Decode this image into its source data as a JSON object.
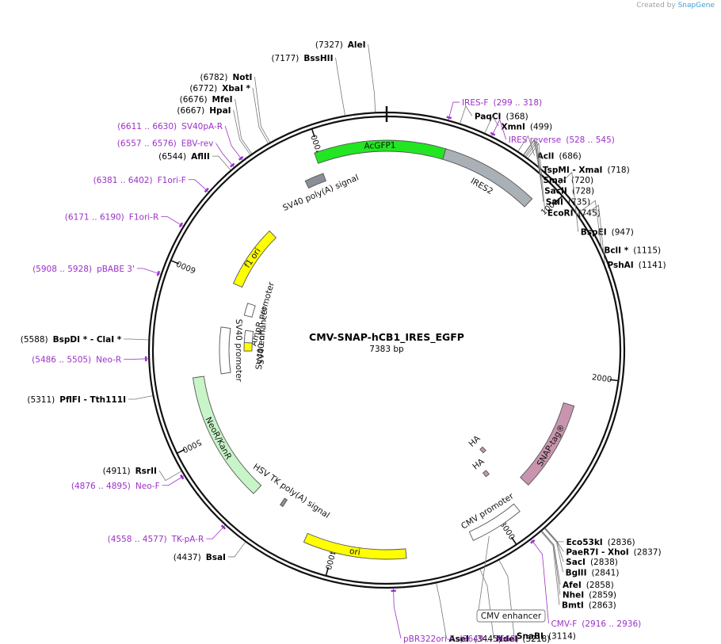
{
  "credit": {
    "prefix": "Created by",
    "brand": "SnapGene"
  },
  "title": "CMV-SNAP-hCB1_IRES_EGFP",
  "length_label": "7383 bp",
  "total_bp": 7383,
  "ticks": [
    {
      "label": "1000",
      "pos": 1000
    },
    {
      "label": "2000",
      "pos": 2000
    },
    {
      "label": "3000",
      "pos": 3000
    },
    {
      "label": "4000",
      "pos": 4000
    },
    {
      "label": "5000",
      "pos": 5000
    },
    {
      "label": "6000",
      "pos": 6000
    },
    {
      "label": "7000",
      "pos": 7000
    }
  ],
  "features": [
    {
      "name": "AcGFP1",
      "start": 6970,
      "end": 336,
      "color": "#22e622",
      "label": "AcGFP1",
      "label_pos": "on"
    },
    {
      "name": "IRES2",
      "start": 336,
      "end": 900,
      "color": "#a9b0b6",
      "label": "IRES2",
      "label_pos": "inside"
    },
    {
      "name": "SV40 poly(A) signal",
      "start": 6856,
      "end": 6978,
      "color": "#8a9096",
      "label": "SV40 poly(A) signal",
      "label_pos": "inside"
    },
    {
      "name": "SNAP-tag",
      "start": 2186,
      "end": 2740,
      "color": "#c995ae",
      "label": "SNAP-tag®",
      "label_pos": "on"
    },
    {
      "name": "HA",
      "start": 2775,
      "end": 2805,
      "color": "#c995ae",
      "label": "HA",
      "label_pos": "inside"
    },
    {
      "name": "HA2",
      "start": 2880,
      "end": 2910,
      "color": "#c995ae",
      "label": "HA",
      "label_pos": "inside"
    },
    {
      "name": "CMV promoter",
      "start": 2880,
      "end": 3190,
      "color": "#ffffff",
      "label": "CMV promoter",
      "label_pos": "inside"
    },
    {
      "name": "ori",
      "start": 3580,
      "end": 4170,
      "color": "#ffff00",
      "label": "ori",
      "label_pos": "on"
    },
    {
      "name": "HSV TK poly(A) signal",
      "start": 4380,
      "end": 4400,
      "color": "#8a9096",
      "label": "HSV TK poly(A) signal",
      "label_pos": "inside"
    },
    {
      "name": "NeoR/KanR",
      "start": 4570,
      "end": 5370,
      "color": "#c8f5c8",
      "label": "NeoR/KanR",
      "label_pos": "on"
    },
    {
      "name": "SV40 promoter",
      "start": 5370,
      "end": 5700,
      "color": "#ffffff",
      "label": "SV40 promoter",
      "label_pos": "inside"
    },
    {
      "name": "AmpR promoter",
      "start": 5820,
      "end": 5920,
      "color": "#ffffff",
      "label": "AmpR promoter",
      "label_pos": "inside"
    },
    {
      "name": "f1 ori",
      "start": 6020,
      "end": 6470,
      "color": "#ffff00",
      "label": "f1 ori",
      "label_pos": "on"
    },
    {
      "name": "SV40 ori",
      "start": 5530,
      "end": 5600,
      "color": "#ffff00",
      "label": "SV40 ori",
      "label_pos": "inside"
    },
    {
      "name": "SV40 enhancer",
      "start": 5600,
      "end": 5700,
      "color": "#ffffff",
      "label": "SV40 enhancer",
      "label_pos": "inside"
    }
  ],
  "sites": [
    {
      "name": "AleI",
      "coord": "(7327)",
      "pos": 7327,
      "kind": "enzyme"
    },
    {
      "name": "BssHII",
      "coord": "(7177)",
      "pos": 7177,
      "kind": "enzyme"
    },
    {
      "name": "NotI",
      "coord": "(6782)",
      "pos": 6782,
      "kind": "enzyme"
    },
    {
      "name": "XbaI *",
      "coord": "(6772)",
      "pos": 6772,
      "kind": "enzyme"
    },
    {
      "name": "MfeI",
      "coord": "(6676)",
      "pos": 6676,
      "kind": "enzyme"
    },
    {
      "name": "HpaI",
      "coord": "(6667)",
      "pos": 6667,
      "kind": "enzyme"
    },
    {
      "name": "SV40pA-R",
      "coord": "(6611 .. 6630)",
      "pos": 6620,
      "kind": "primer"
    },
    {
      "name": "EBV-rev",
      "coord": "(6557 .. 6576)",
      "pos": 6566,
      "kind": "primer"
    },
    {
      "name": "AflII",
      "coord": "(6544)",
      "pos": 6544,
      "kind": "enzyme"
    },
    {
      "name": "F1ori-F",
      "coord": "(6381 .. 6402)",
      "pos": 6391,
      "kind": "primer"
    },
    {
      "name": "F1ori-R",
      "coord": "(6171 .. 6190)",
      "pos": 6180,
      "kind": "primer"
    },
    {
      "name": "pBABE 3'",
      "coord": "(5908 .. 5928)",
      "pos": 5918,
      "kind": "primer"
    },
    {
      "name": "BspDI * - ClaI *",
      "coord": "(5588)",
      "pos": 5588,
      "kind": "enzyme"
    },
    {
      "name": "Neo-R",
      "coord": "(5486 .. 5505)",
      "pos": 5495,
      "kind": "primer"
    },
    {
      "name": "PflFI - Tth111I",
      "coord": "(5311)",
      "pos": 5311,
      "kind": "enzyme"
    },
    {
      "name": "RsrII",
      "coord": "(4911)",
      "pos": 4911,
      "kind": "enzyme"
    },
    {
      "name": "Neo-F",
      "coord": "(4876 .. 4895)",
      "pos": 4885,
      "kind": "primer"
    },
    {
      "name": "TK-pA-R",
      "coord": "(4558 .. 4577)",
      "pos": 4567,
      "kind": "primer"
    },
    {
      "name": "BsaI",
      "coord": "(4437)",
      "pos": 4437,
      "kind": "enzyme"
    },
    {
      "name": "pBR322ori-F",
      "coord": "(3649 .. 3668)",
      "pos": 3658,
      "kind": "primer"
    },
    {
      "name": "AseI",
      "coord": "(3445)",
      "pos": 3445,
      "kind": "enzyme"
    },
    {
      "name": "NdeI",
      "coord": "(3218)",
      "pos": 3218,
      "kind": "enzyme"
    },
    {
      "name": "SnaBI",
      "coord": "(3114)",
      "pos": 3114,
      "kind": "enzyme"
    },
    {
      "name": "CMV-F",
      "coord": "(2916 .. 2936)",
      "pos": 2926,
      "kind": "primer"
    },
    {
      "name": "BmtI",
      "coord": "(2863)",
      "pos": 2863,
      "kind": "enzyme"
    },
    {
      "name": "NheI",
      "coord": "(2859)",
      "pos": 2859,
      "kind": "enzyme"
    },
    {
      "name": "AfeI",
      "coord": "(2858)",
      "pos": 2858,
      "kind": "enzyme"
    },
    {
      "name": "BglII",
      "coord": "(2841)",
      "pos": 2841,
      "kind": "enzyme"
    },
    {
      "name": "SacI",
      "coord": "(2838)",
      "pos": 2838,
      "kind": "enzyme"
    },
    {
      "name": "PaeR7I - XhoI",
      "coord": "(2837)",
      "pos": 2837,
      "kind": "enzyme"
    },
    {
      "name": "Eco53kI",
      "coord": "(2836)",
      "pos": 2836,
      "kind": "enzyme"
    },
    {
      "name": "PshAI",
      "coord": "(1141)",
      "pos": 1141,
      "kind": "enzyme"
    },
    {
      "name": "BclI *",
      "coord": "(1115)",
      "pos": 1115,
      "kind": "enzyme"
    },
    {
      "name": "BspEI",
      "coord": "(947)",
      "pos": 947,
      "kind": "enzyme"
    },
    {
      "name": "EcoRI",
      "coord": "(745)",
      "pos": 745,
      "kind": "enzyme"
    },
    {
      "name": "SalI",
      "coord": "(735)",
      "pos": 735,
      "kind": "enzyme"
    },
    {
      "name": "SacII",
      "coord": "(728)",
      "pos": 728,
      "kind": "enzyme"
    },
    {
      "name": "SmaI",
      "coord": "(720)",
      "pos": 720,
      "kind": "enzyme"
    },
    {
      "name": "TspMI - XmaI",
      "coord": "(718)",
      "pos": 718,
      "kind": "enzyme"
    },
    {
      "name": "AclI",
      "coord": "(686)",
      "pos": 686,
      "kind": "enzyme"
    },
    {
      "name": "IRES reverse",
      "coord": "(528 .. 545)",
      "pos": 536,
      "kind": "primer"
    },
    {
      "name": "XmnI",
      "coord": "(499)",
      "pos": 499,
      "kind": "enzyme"
    },
    {
      "name": "PaqCI",
      "coord": "(368)",
      "pos": 368,
      "kind": "enzyme"
    },
    {
      "name": "IRES-F",
      "coord": "(299 .. 318)",
      "pos": 308,
      "kind": "primer"
    }
  ],
  "boxed_label": "CMV enhancer",
  "colors": {
    "enzyme": "#000000",
    "primer": "#9b30c8",
    "backbone": "#111111"
  }
}
